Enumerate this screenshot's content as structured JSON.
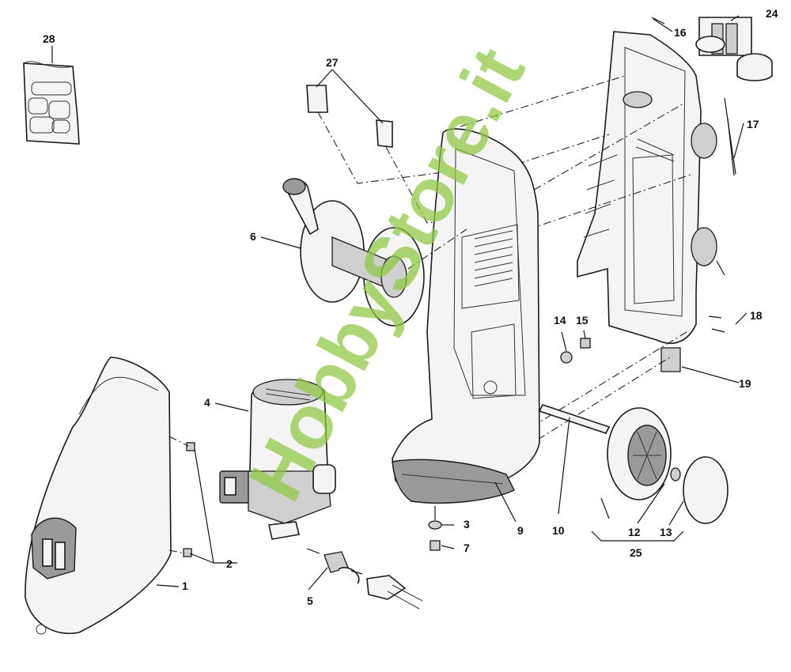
{
  "watermark": "HobbyStore.it",
  "callouts": {
    "c1": "1",
    "c2": "2",
    "c3": "3",
    "c4": "4",
    "c5": "5",
    "c6": "6",
    "c7": "7",
    "c9": "9",
    "c10": "10",
    "c12": "12",
    "c13": "13",
    "c14": "14",
    "c15": "15",
    "c16": "16",
    "c17": "17",
    "c18": "18",
    "c19": "19",
    "c24": "24",
    "c25": "25",
    "c27": "27",
    "c28": "28"
  }
}
